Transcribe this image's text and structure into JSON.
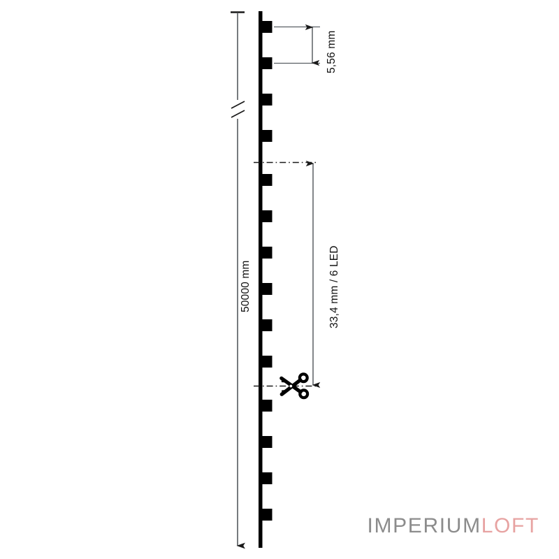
{
  "drawing": {
    "title": "LED strip dimensional drawing",
    "background_color": "#ffffff",
    "line_color": "#1a1a1a",
    "strip_color": "#000000",
    "dimensions": {
      "total_length": "50000 mm",
      "cut_segment": "33,4 mm / 6 LED",
      "led_pitch": "5,56 mm"
    },
    "icons": {
      "scissors": "scissors-icon",
      "break_mark": "break-mark-icon",
      "arrow_down": "arrow-down-icon",
      "arrow_up": "arrow-up-icon"
    },
    "strip": {
      "led_count_per_segment": 6,
      "leds_visible": 15,
      "orientation": "vertical"
    }
  },
  "logo": {
    "primary_text": "IMPERIUM",
    "accent_text": "LOFT",
    "primary_color": "#8c8c8c",
    "accent_color": "#e7a3a2"
  }
}
